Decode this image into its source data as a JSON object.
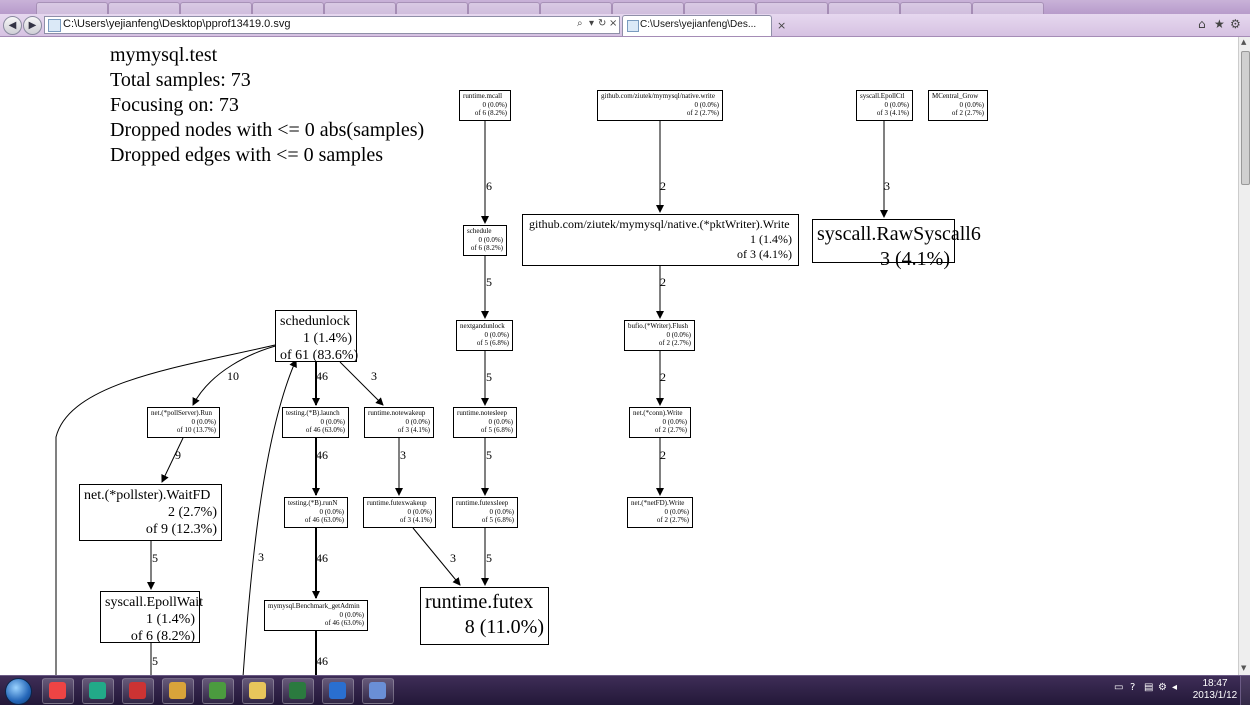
{
  "browser": {
    "address": "C:\\Users\\yejianfeng\\Desktop\\pprof13419.0.svg",
    "active_tab": "C:\\Users\\yejianfeng\\Des...",
    "tab_close": "×",
    "back": "◀",
    "forward": "▶",
    "search_glyph": "⌕",
    "dropdown_glyph": "▾",
    "refresh_glyph": "↻",
    "stop_glyph": "×",
    "home_glyph": "⌂",
    "favorites_glyph": "★",
    "tools_glyph": "⚙",
    "background_tab_count": 14
  },
  "header": [
    "mymysql.test",
    "Total samples: 73",
    "Focusing on: 73",
    "Dropped nodes with <= 0 abs(samples)",
    "Dropped edges with <= 0 samples"
  ],
  "nodes": [
    {
      "id": "mcall",
      "lines": [
        "runtime.mcall",
        "0 (0.0%)",
        "of 6 (8.2%)"
      ]
    },
    {
      "id": "native_write",
      "lines": [
        "github.com/ziutek/mymysql/native.write",
        "0 (0.0%)",
        "of 2 (2.7%)"
      ]
    },
    {
      "id": "epollctl",
      "lines": [
        "syscall.EpollCtl",
        "0 (0.0%)",
        "of 3 (4.1%)"
      ]
    },
    {
      "id": "mcentral",
      "lines": [
        "MCentral_Grow",
        "0 (0.0%)",
        "of 2 (2.7%)"
      ]
    },
    {
      "id": "schedule",
      "lines": [
        "schedule",
        "0 (0.0%)",
        "of 6 (8.2%)"
      ]
    },
    {
      "id": "pktwriter",
      "lines": [
        "github.com/ziutek/mymysql/native.(*pktWriter).Write",
        "1 (1.4%)",
        "of 3 (4.1%)"
      ]
    },
    {
      "id": "rawsyscall6",
      "lines": [
        "syscall.RawSyscall6",
        "3 (4.1%)"
      ]
    },
    {
      "id": "schedunlock",
      "lines": [
        "schedunlock",
        "1 (1.4%)",
        "of 61 (83.6%)"
      ]
    },
    {
      "id": "nextgandunlock",
      "lines": [
        "nextgandunlock",
        "0 (0.0%)",
        "of 5 (6.8%)"
      ]
    },
    {
      "id": "flush",
      "lines": [
        "bufio.(*Writer).Flush",
        "0 (0.0%)",
        "of 2 (2.7%)"
      ]
    },
    {
      "id": "pollserver",
      "lines": [
        "net.(*pollServer).Run",
        "0 (0.0%)",
        "of 10 (13.7%)"
      ]
    },
    {
      "id": "launch",
      "lines": [
        "testing.(*B).launch",
        "0 (0.0%)",
        "of 46 (63.0%)"
      ]
    },
    {
      "id": "notewakeup",
      "lines": [
        "runtime.notewakeup",
        "0 (0.0%)",
        "of 3 (4.1%)"
      ]
    },
    {
      "id": "notesleep",
      "lines": [
        "runtime.notesleep",
        "0 (0.0%)",
        "of 5 (6.8%)"
      ]
    },
    {
      "id": "connwrite",
      "lines": [
        "net.(*conn).Write",
        "0 (0.0%)",
        "of 2 (2.7%)"
      ]
    },
    {
      "id": "waitfd",
      "lines": [
        "net.(*pollster).WaitFD",
        "2 (2.7%)",
        "of 9 (12.3%)"
      ]
    },
    {
      "id": "runn",
      "lines": [
        "testing.(*B).runN",
        "0 (0.0%)",
        "of 46 (63.0%)"
      ]
    },
    {
      "id": "futexwakeup",
      "lines": [
        "runtime.futexwakeup",
        "0 (0.0%)",
        "of 3 (4.1%)"
      ]
    },
    {
      "id": "futexsleep",
      "lines": [
        "runtime.futexsleep",
        "0 (0.0%)",
        "of 5 (6.8%)"
      ]
    },
    {
      "id": "netfdwrite",
      "lines": [
        "net.(*netFD).Write",
        "0 (0.0%)",
        "of 2 (2.7%)"
      ]
    },
    {
      "id": "epollwait",
      "lines": [
        "syscall.EpollWait",
        "1 (1.4%)",
        "of 6 (8.2%)"
      ]
    },
    {
      "id": "benchmark",
      "lines": [
        "mymysql.Benchmark_getAdmin",
        "0 (0.0%)",
        "of 46 (63.0%)"
      ]
    },
    {
      "id": "futex",
      "lines": [
        "runtime.futex",
        "8 (11.0%)"
      ]
    }
  ],
  "edges": [
    {
      "from": "mcall",
      "to": "schedule",
      "label": "6"
    },
    {
      "from": "native_write",
      "to": "pktwriter",
      "label": "2"
    },
    {
      "from": "epollctl",
      "to": "rawsyscall6",
      "label": "3"
    },
    {
      "from": "schedule",
      "to": "nextgandunlock",
      "label": "5"
    },
    {
      "from": "pktwriter",
      "to": "flush",
      "label": "2"
    },
    {
      "from": "schedunlock",
      "to": "pollserver",
      "label": "10"
    },
    {
      "from": "schedunlock",
      "to": "launch",
      "label": "46"
    },
    {
      "from": "schedunlock",
      "to": "notewakeup",
      "label": "3"
    },
    {
      "from": "nextgandunlock",
      "to": "notesleep",
      "label": "5"
    },
    {
      "from": "flush",
      "to": "connwrite",
      "label": "2"
    },
    {
      "from": "pollserver",
      "to": "waitfd",
      "label": "9"
    },
    {
      "from": "launch",
      "to": "runn",
      "label": "46"
    },
    {
      "from": "notewakeup",
      "to": "futexwakeup",
      "label": "3"
    },
    {
      "from": "notesleep",
      "to": "futexsleep",
      "label": "5"
    },
    {
      "from": "connwrite",
      "to": "netfdwrite",
      "label": "2"
    },
    {
      "from": "waitfd",
      "to": "epollwait",
      "label": "5"
    },
    {
      "from": "runn",
      "to": "benchmark",
      "label": "46"
    },
    {
      "from": "futexwakeup",
      "to": "futex",
      "label": "3"
    },
    {
      "from": "futexsleep",
      "to": "futex",
      "label": "5"
    },
    {
      "from": "epollwait",
      "to": "offscreen",
      "label": "5"
    },
    {
      "from": "offscreen",
      "to": "schedunlock",
      "label": "3"
    },
    {
      "from": "benchmark",
      "to": "offscreen",
      "label": "46"
    }
  ],
  "taskbar": {
    "clock_time": "18:47",
    "clock_date": "2013/1/12",
    "apps": [
      "media-player",
      "chrome",
      "red-app",
      "terminal",
      "evernote",
      "explorer",
      "visio",
      "ie",
      "settings"
    ],
    "app_colors": [
      "#e44",
      "#2a8",
      "#c33",
      "#d9a43a",
      "#4b9b3f",
      "#e8c65b",
      "#2b7a3f",
      "#2a6fd0",
      "#6a8fd6"
    ]
  }
}
